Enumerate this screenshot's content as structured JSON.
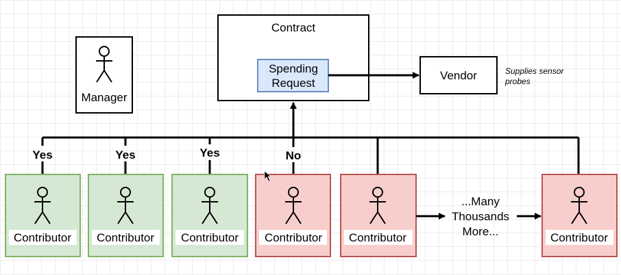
{
  "contract": {
    "label": "Contract"
  },
  "spending_request": {
    "line1": "Spending",
    "line2": "Request"
  },
  "vendor": {
    "label": "Vendor",
    "note_line1": "Supplies sensor",
    "note_line2": "probes"
  },
  "manager": {
    "label": "Manager"
  },
  "votes": [
    "Yes",
    "Yes",
    "Yes",
    "No"
  ],
  "contributors": [
    {
      "label": "Contributor",
      "status": "approve",
      "fill": "#d5e8d4",
      "stroke": "#82b366"
    },
    {
      "label": "Contributor",
      "status": "approve",
      "fill": "#d5e8d4",
      "stroke": "#82b366"
    },
    {
      "label": "Contributor",
      "status": "approve",
      "fill": "#d5e8d4",
      "stroke": "#82b366"
    },
    {
      "label": "Contributor",
      "status": "reject",
      "fill": "#f8cecc",
      "stroke": "#b85450"
    },
    {
      "label": "Contributor",
      "status": "pending",
      "fill": "#f8cecc",
      "stroke": "#b85450"
    },
    {
      "label": "Contributor",
      "status": "pending",
      "fill": "#f8cecc",
      "stroke": "#b85450"
    }
  ],
  "many": {
    "line1": "...Many",
    "line2": "Thousands",
    "line3": "More..."
  },
  "colors": {
    "request_fill": "#dae8fc",
    "request_stroke": "#6c8ebf"
  }
}
